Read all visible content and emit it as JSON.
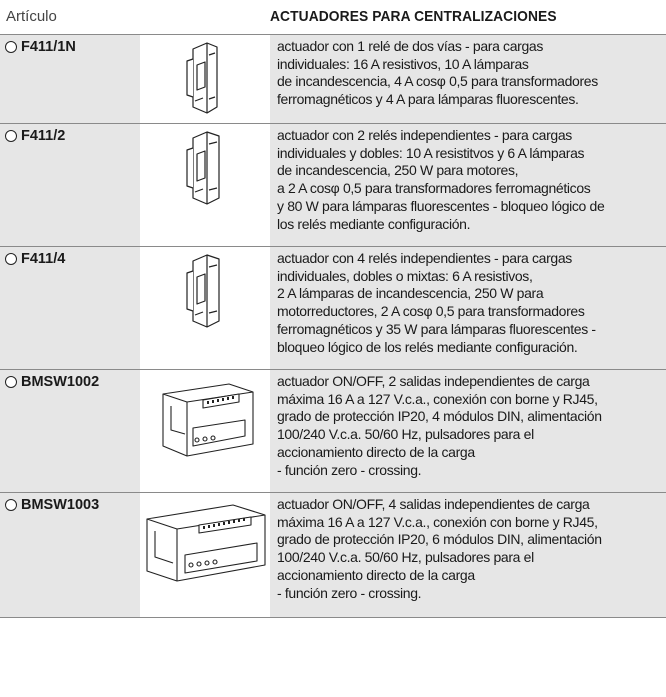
{
  "header": {
    "col1": "Artículo",
    "title": "ACTUADORES PARA CENTRALIZACIONES"
  },
  "rows": [
    {
      "code": "F411/1N",
      "description": "actuador con 1 relé de dos vías - para cargas\nindividuales: 16 A resistivos, 10 A lámparas\nde incandescencia, 4 A cosφ 0,5 para transformadores\nferromagnéticos y 4 A para lámparas fluorescentes."
    },
    {
      "code": "F411/2",
      "description": "actuador con 2 relés independientes - para cargas\nindividuales y dobles: 10 A resistitvos y 6 A lámparas\nde incandescencia, 250 W para motores,\na 2 A cosφ 0,5 para transformadores ferromagnéticos\ny 80 W para lámparas fluorescentes - bloqueo lógico de\nlos relés mediante configuración."
    },
    {
      "code": "F411/4",
      "description": "actuador con 4 relés independientes - para cargas\nindividuales, dobles o mixtas: 6 A resistivos,\n2 A lámparas de incandescencia, 250 W para\nmotorreductores, 2 A cosφ 0,5 para transformadores\nferromagnéticos y 35 W para lámparas fluorescentes -\nbloqueo lógico de los relés mediante configuración."
    },
    {
      "code": "BMSW1002",
      "description": "actuador ON/OFF, 2 salidas independientes de carga\nmáxima 16 A a 127 V.c.a., conexión con borne y RJ45,\ngrado de protección IP20, 4 módulos DIN, alimentación\n100/240 V.c.a. 50/60 Hz, pulsadores para el\naccionamiento directo de la carga\n- función zero - crossing."
    },
    {
      "code": "BMSW1003",
      "description": "actuador ON/OFF, 4 salidas independientes de carga\nmáxima 16 A a 127 V.c.a., conexión con borne y RJ45,\ngrado de protección IP20, 6 módulos DIN, alimentación\n100/240 V.c.a. 50/60 Hz, pulsadores para el\naccionamiento directo de la carga\n- función zero - crossing."
    }
  ]
}
